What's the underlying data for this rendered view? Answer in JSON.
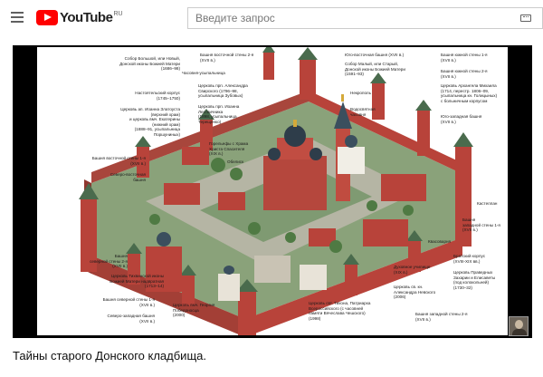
{
  "header": {
    "logo_text": "YouTube",
    "logo_region": "RU",
    "search_placeholder": "Введите запрос"
  },
  "video": {
    "title": "Тайны старого Донского кладбища.",
    "labels_left": [
      "Собор Большой, или Новый,\nДонской иконы Божией Матери\n(1686–98)",
      "Настоятельский корпус\n(1745–1750)",
      "Церковь ап. Иоанна Златоуста\n(верхний храм)\nи церковь вмч. Екатерины\n(нижний храм)\n(1888–91, усыпальница\nПоршуниных)",
      "Башня восточной стены 1-я\n(XVII в.)",
      "Северо-восточная\nбашня",
      "Башня\nсеверной стены 2-я\n(XVII в.)",
      "Церковь Тихвинской иконы\nБожией Матери надвратная\n(1713–14)",
      "Башня северной стены 1-я\n(XVII в.)",
      "Северо-западная башня\n(XVII в.)"
    ],
    "labels_top": [
      "Башня восточной стены 2-я\n(XVII в.)",
      "Часовня-усыпальница",
      "Церковь прп. Александра\nСвирского (1796–98,\nусыпальница Зубовых)",
      "Церковь прп. Иоанна\nЛествичника\n(1898, усыпальница\nТерещенко)",
      "Горельефы с Храма\nХриста Спасителя\n(XIX в.)",
      "Обелиск"
    ],
    "labels_center": [
      "Юго-восточная башня (XVII в.)",
      "Собор Малый, или Старый,\nДонской иконы Божией Матери\n(1591–93)",
      "Некрополь",
      "Водосвятная\nчасовня"
    ],
    "labels_right": [
      "Башня южной стены 1-я\n(XVII в.)",
      "Башня южной стены 2-я\n(XVII в.)",
      "Церковь Архангела Михаила\n(1714, перестр. 1806–09,\nусыпальница кн. Голицыных)\nс больничным корпусом",
      "Юго-западная башня\n(XVII в.)",
      "Кастеллан",
      "Башня\nзападной стены 1-я\n(XVII в.)",
      "Квасоварня",
      "Братский корпус\n(XVIII-XIX вв.)",
      "Церковь Праведных\nЗахарии и Елисаветы\n(под колокольней)\n(1730–32)",
      "Башня западной стены 2-я\n(XVII в.)"
    ],
    "labels_bottom": [
      "Церковь вмч. Георгия\nПобедоносца\n(2000)",
      "Церковь свт. Тихона, Патриарха\nВсероссийского (с часовней\nпамяти Вячеслава Чешского)\n(1998)",
      "Церковь св. кн.\nАлександра Невского\n(2006)",
      "Духовное училище\n(XIX в.)"
    ]
  },
  "colors": {
    "brand": "#ff0000",
    "brick": "#b8433a",
    "roof": "#4a6b4d",
    "ground": "#8aa27a",
    "paths": "#c9c3b4"
  }
}
